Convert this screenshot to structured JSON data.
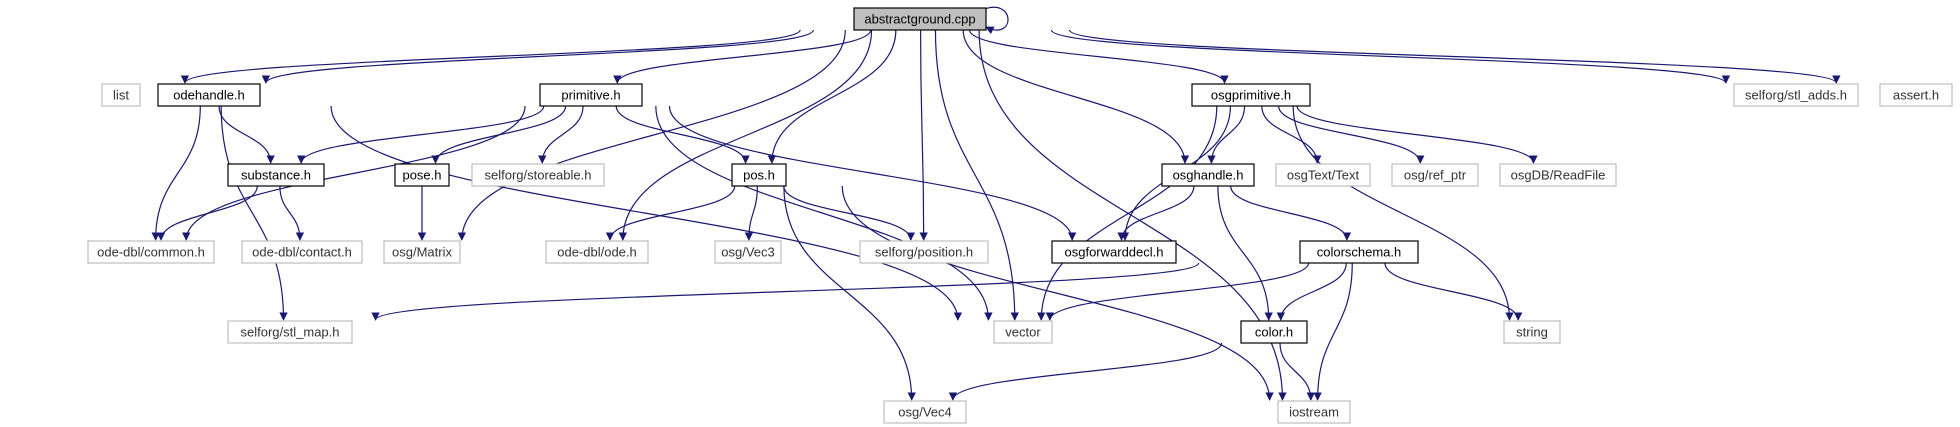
{
  "diagram": {
    "edge_color": "#191970",
    "nodes": [
      {
        "id": "abstractground",
        "label": "abstractground.cpp",
        "kind": "root"
      },
      {
        "id": "list",
        "label": "list",
        "kind": "external"
      },
      {
        "id": "odehandle",
        "label": "odehandle.h",
        "kind": "documented"
      },
      {
        "id": "primitive",
        "label": "primitive.h",
        "kind": "documented"
      },
      {
        "id": "osgprimitive",
        "label": "osgprimitive.h",
        "kind": "documented"
      },
      {
        "id": "stl_adds",
        "label": "selforg/stl_adds.h",
        "kind": "external"
      },
      {
        "id": "assert",
        "label": "assert.h",
        "kind": "external"
      },
      {
        "id": "substance",
        "label": "substance.h",
        "kind": "documented"
      },
      {
        "id": "pose",
        "label": "pose.h",
        "kind": "documented"
      },
      {
        "id": "storeable",
        "label": "selforg/storeable.h",
        "kind": "external"
      },
      {
        "id": "pos",
        "label": "pos.h",
        "kind": "documented"
      },
      {
        "id": "osghandle",
        "label": "osghandle.h",
        "kind": "documented"
      },
      {
        "id": "osgText",
        "label": "osgText/Text",
        "kind": "external"
      },
      {
        "id": "ref_ptr",
        "label": "osg/ref_ptr",
        "kind": "external"
      },
      {
        "id": "readfile",
        "label": "osgDB/ReadFile",
        "kind": "external"
      },
      {
        "id": "common",
        "label": "ode-dbl/common.h",
        "kind": "external"
      },
      {
        "id": "contact",
        "label": "ode-dbl/contact.h",
        "kind": "external"
      },
      {
        "id": "matrix",
        "label": "osg/Matrix",
        "kind": "external"
      },
      {
        "id": "ode",
        "label": "ode-dbl/ode.h",
        "kind": "external"
      },
      {
        "id": "vec3",
        "label": "osg/Vec3",
        "kind": "external"
      },
      {
        "id": "position",
        "label": "selforg/position.h",
        "kind": "external"
      },
      {
        "id": "osgforwarddecl",
        "label": "osgforwarddecl.h",
        "kind": "documented"
      },
      {
        "id": "colorschema",
        "label": "colorschema.h",
        "kind": "documented"
      },
      {
        "id": "stl_map",
        "label": "selforg/stl_map.h",
        "kind": "external"
      },
      {
        "id": "vector",
        "label": "vector",
        "kind": "external"
      },
      {
        "id": "color",
        "label": "color.h",
        "kind": "documented"
      },
      {
        "id": "string",
        "label": "string",
        "kind": "external"
      },
      {
        "id": "vec4",
        "label": "osg/Vec4",
        "kind": "external"
      },
      {
        "id": "iostream",
        "label": "iostream",
        "kind": "external"
      }
    ],
    "edges": [
      [
        "abstractground",
        "abstractground"
      ],
      [
        "abstractground",
        "list"
      ],
      [
        "abstractground",
        "odehandle"
      ],
      [
        "abstractground",
        "primitive"
      ],
      [
        "abstractground",
        "osgprimitive"
      ],
      [
        "abstractground",
        "stl_adds"
      ],
      [
        "abstractground",
        "assert"
      ],
      [
        "abstractground",
        "matrix"
      ],
      [
        "abstractground",
        "ode"
      ],
      [
        "abstractground",
        "pos"
      ],
      [
        "abstractground",
        "position"
      ],
      [
        "abstractground",
        "vector"
      ],
      [
        "abstractground",
        "osghandle"
      ],
      [
        "abstractground",
        "iostream"
      ],
      [
        "odehandle",
        "substance"
      ],
      [
        "odehandle",
        "common"
      ],
      [
        "odehandle",
        "stl_map"
      ],
      [
        "odehandle",
        "vector"
      ],
      [
        "primitive",
        "substance"
      ],
      [
        "primitive",
        "common"
      ],
      [
        "primitive",
        "pose"
      ],
      [
        "primitive",
        "storeable"
      ],
      [
        "primitive",
        "pos"
      ],
      [
        "primitive",
        "osgforwarddecl"
      ],
      [
        "primitive",
        "vector"
      ],
      [
        "substance",
        "common"
      ],
      [
        "substance",
        "contact"
      ],
      [
        "pose",
        "matrix"
      ],
      [
        "pos",
        "ode"
      ],
      [
        "pos",
        "vec3"
      ],
      [
        "pos",
        "position"
      ],
      [
        "pos",
        "vec4"
      ],
      [
        "pos",
        "iostream"
      ],
      [
        "osgprimitive",
        "osghandle"
      ],
      [
        "osgprimitive",
        "osgText"
      ],
      [
        "osgprimitive",
        "ref_ptr"
      ],
      [
        "osgprimitive",
        "readfile"
      ],
      [
        "osgprimitive",
        "osgforwarddecl"
      ],
      [
        "osgprimitive",
        "vector"
      ],
      [
        "osgprimitive",
        "string"
      ],
      [
        "osghandle",
        "osgforwarddecl"
      ],
      [
        "osghandle",
        "colorschema"
      ],
      [
        "osghandle",
        "color"
      ],
      [
        "colorschema",
        "stl_map"
      ],
      [
        "colorschema",
        "vector"
      ],
      [
        "colorschema",
        "color"
      ],
      [
        "colorschema",
        "string"
      ],
      [
        "colorschema",
        "iostream"
      ],
      [
        "color",
        "vec4"
      ],
      [
        "color",
        "iostream"
      ]
    ]
  }
}
